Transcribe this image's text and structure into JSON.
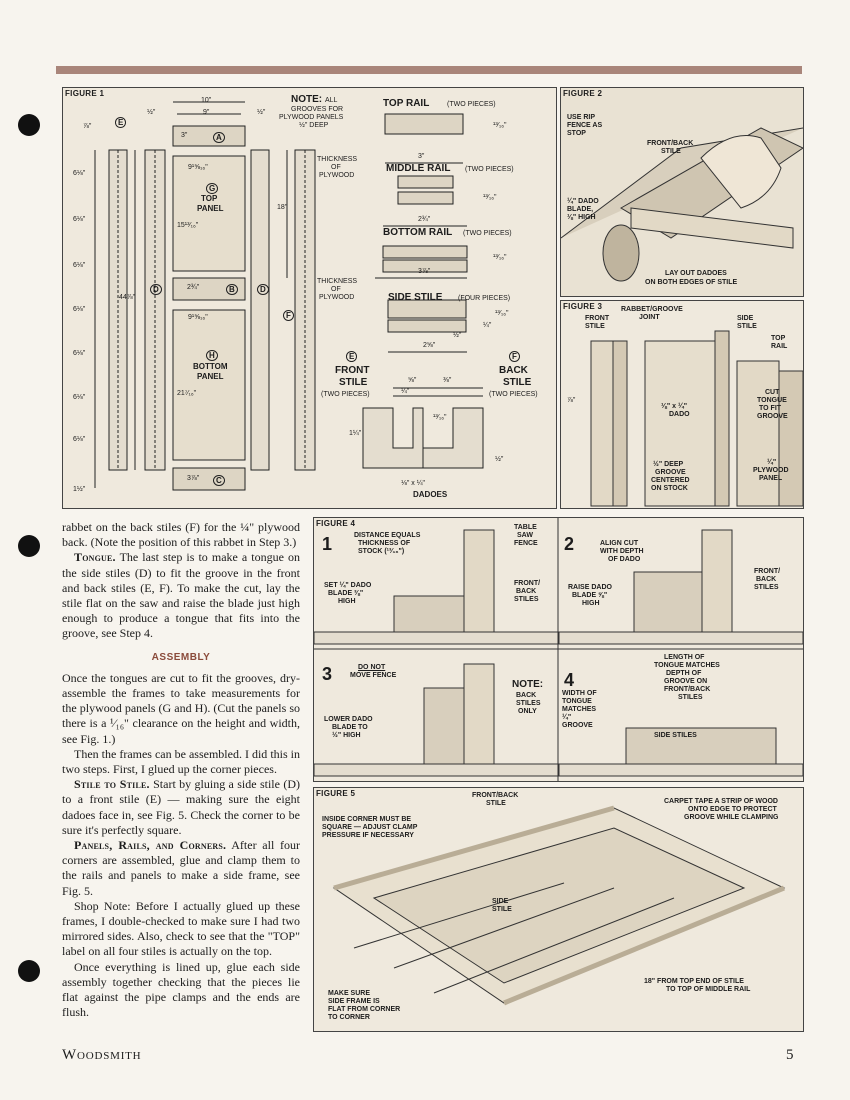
{
  "figure1": {
    "label": "FIGURE 1",
    "note_title": "NOTE:",
    "note_lines": [
      "ALL",
      "GROOVES FOR",
      "PLYWOOD PANELS",
      "½\" DEEP"
    ],
    "top_rail": "TOP RAIL",
    "top_rail_count": "(TWO PIECES)",
    "middle_rail": "MIDDLE RAIL",
    "middle_rail_count": "(TWO PIECES)",
    "bottom_rail": "BOTTOM RAIL",
    "bottom_rail_count": "(TWO PIECES)",
    "side_stile": "SIDE STILE",
    "side_stile_count": "(FOUR PIECES)",
    "thickness_of_plywood": [
      "THICKNESS",
      "OF",
      "PLYWOOD"
    ],
    "top_panel": "TOP",
    "top_panel_2": "PANEL",
    "bottom_panel": "BOTTOM",
    "bottom_panel_2": "PANEL",
    "front_stile": [
      "FRONT",
      "STILE",
      "(TWO PIECES)"
    ],
    "back_stile": [
      "BACK",
      "STILE",
      "(TWO PIECES)"
    ],
    "dadoes": "DADOES",
    "dims": {
      "w10": "10\"",
      "w9": "9\"",
      "half_left": "½\"",
      "half_right": "½\"",
      "d78": "⅞\"",
      "d3": "3\"",
      "top_w": "9¹⅝₁₆\"",
      "top_h": "15¹³⁄₁₆\"",
      "d18": "18\"",
      "d2_3_4": "2¾\"",
      "bottom_w": "9¹⅝₁₆\"",
      "bottom_h": "21⁷⁄₁₆\"",
      "d44": "44⅞\"",
      "d3_7_8": "3⅞\"",
      "d6_1_8": "6⅛\"",
      "d1_1_2": "1½\"",
      "d3rail": "3\"",
      "d2_3_4b": "2¾\"",
      "d3_7_8b": "3⅞\"",
      "d2_5_8": "2⅝\"",
      "d13_16": "¹³⁄₁₆\"",
      "d1_4": "¼\"",
      "d1_2": "½\"",
      "d1_1_4": "1¼\"",
      "d_dado": "⅛\" x ¼\"",
      "d5_8": "⅝\"",
      "d3_8": "⅜\"",
      "d1_4b": "¼\""
    },
    "letters": {
      "a": "A",
      "b": "B",
      "c": "C",
      "d": "D",
      "e": "E",
      "f": "F",
      "g": "G",
      "h": "H"
    }
  },
  "figure2": {
    "label": "FIGURE 2",
    "rip_fence": [
      "USE RIP",
      "FENCE AS",
      "STOP"
    ],
    "front_back": [
      "FRONT/BACK",
      "STILE"
    ],
    "dado_blade": [
      "¼\" DADO",
      "BLADE,",
      "⅛\" HIGH"
    ],
    "lay_out": [
      "LAY OUT DADOES",
      "ON BOTH EDGES OF STILE"
    ]
  },
  "figure3": {
    "label": "FIGURE 3",
    "front_stile": [
      "FRONT",
      "STILE"
    ],
    "rabbet_groove": [
      "RABBET/GROOVE",
      "JOINT"
    ],
    "side_stile": [
      "SIDE",
      "STILE"
    ],
    "top_rail": [
      "TOP",
      "RAIL"
    ],
    "cut_tongue": [
      "CUT",
      "TONGUE",
      "TO FIT",
      "GROOVE"
    ],
    "dado": [
      "⅛\" x ¼\"",
      "DADO"
    ],
    "deep_groove": [
      "½\" DEEP",
      "GROOVE",
      "CENTERED",
      "ON STOCK"
    ],
    "plywood": [
      "¼\"",
      "PLYWOOD",
      "PANEL"
    ],
    "dim78": "⅞\""
  },
  "figure4": {
    "label": "FIGURE 4",
    "step1": "1",
    "step1_text": [
      "DISTANCE EQUALS",
      "THICKNESS OF",
      "STOCK (¹³⁄₁₆\")"
    ],
    "table_saw": [
      "TABLE",
      "SAW",
      "FENCE"
    ],
    "set_dado": [
      "SET ¼\" DADO",
      "BLADE ⅜\"",
      "HIGH"
    ],
    "front_back": [
      "FRONT/",
      "BACK",
      "STILES"
    ],
    "step2": "2",
    "align_cut": [
      "ALIGN CUT",
      "WITH DEPTH",
      "OF DADO"
    ],
    "raise_dado": [
      "RAISE DADO",
      "BLADE ⅝\"",
      "HIGH"
    ],
    "front_back2": [
      "FRONT/",
      "BACK",
      "STILES"
    ],
    "step3": "3",
    "do_not": [
      "DO NOT",
      "MOVE FENCE"
    ],
    "lower_dado": [
      "LOWER DADO",
      "BLADE TO",
      "½\" HIGH"
    ],
    "note": [
      "NOTE:",
      "BACK",
      "STILES",
      "ONLY"
    ],
    "step4": "4",
    "length_tongue": [
      "LENGTH OF",
      "TONGUE MATCHES",
      "DEPTH OF",
      "GROOVE ON",
      "FRONT/BACK",
      "STILES"
    ],
    "width_tongue": [
      "WIDTH OF",
      "TONGUE",
      "MATCHES",
      "¼\"",
      "GROOVE"
    ],
    "side_stiles": "SIDE STILES"
  },
  "figure5": {
    "label": "FIGURE 5",
    "inside_corner": [
      "INSIDE CORNER MUST BE",
      "SQUARE — ADJUST CLAMP",
      "PRESSURE IF NECESSARY"
    ],
    "front_back": [
      "FRONT/BACK",
      "STILE"
    ],
    "carpet_tape": [
      "CARPET TAPE A STRIP OF WOOD",
      "ONTO EDGE TO PROTECT",
      "GROOVE WHILE CLAMPING"
    ],
    "side_stile": [
      "SIDE",
      "STILE"
    ],
    "make_sure": [
      "MAKE SURE",
      "SIDE FRAME IS",
      "FLAT FROM CORNER",
      "TO CORNER"
    ],
    "eighteen": [
      "18\" FROM TOP END OF STILE",
      "TO TOP OF MIDDLE RAIL"
    ]
  },
  "body": {
    "p0": "rabbet on the back stiles (F) for the ¼\" plywood back. (Note the position of this rabbet in Step 3.)",
    "tongue_lead": "Tongue.",
    "p1": " The last step is to make a tongue on the side stiles (D) to fit the groove in the front and back stiles (E, F). To make the cut, lay the stile flat on the saw and raise the blade just high enough to produce a tongue that fits into the groove, see Step 4.",
    "assembly": "ASSEMBLY",
    "p2": "Once the tongues are cut to fit the grooves, dry-assemble the frames to take measurements for the plywood panels (G and H). (Cut the panels so there is a ¹⁄₁₆\" clearance on the height and width, see Fig. 1.)",
    "p3": "Then the frames can be assembled. I did this in two steps. First, I glued up the corner pieces.",
    "stile_lead": "Stile to Stile.",
    "p4": " Start by gluing a side stile (D) to a front stile (E) — making sure the eight dadoes face in, see Fig. 5. Check the corner to be sure it's perfectly square.",
    "panels_lead": "Panels, Rails, and Corners.",
    "p5": " After all four corners are assembled, glue and clamp them to the rails and panels to make a side frame, see Fig. 5.",
    "p6": "Shop Note: Before I actually glued up these frames, I double-checked to make sure I had two mirrored sides. Also, check to see that the \"TOP\" label on all four stiles is actually on the top.",
    "p7": "Once everything is lined up, glue each side assembly together checking that the pieces lie flat against the pipe clamps and the ends are flush."
  },
  "footer": {
    "brand": "Woodsmith",
    "page": "5"
  }
}
